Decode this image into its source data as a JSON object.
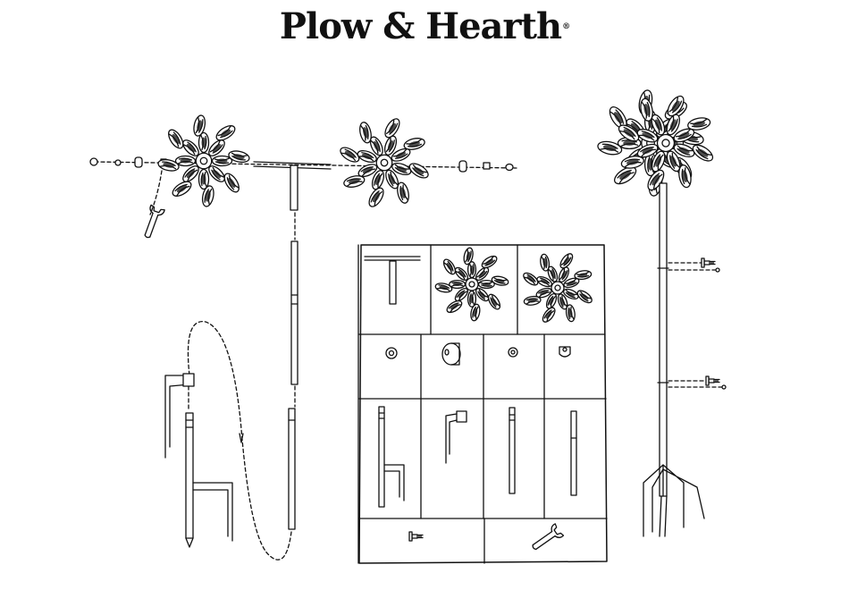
{
  "brand": {
    "name": "Plow & Hearth",
    "registered_mark": "®"
  },
  "colors": {
    "ink": "#111111",
    "paper": "#ffffff",
    "box_fill": "#f1f1f1"
  },
  "diagram": {
    "parts_kit": {
      "panels": [
        {
          "name": "t-connector"
        },
        {
          "name": "small-spinner-wheel"
        },
        {
          "name": "large-spinner-wheel"
        },
        {
          "name": "hex-nut"
        },
        {
          "name": "washer"
        },
        {
          "name": "small-washer"
        },
        {
          "name": "cap-nut"
        },
        {
          "name": "stake-with-prongs"
        },
        {
          "name": "stake-prong-bracket"
        },
        {
          "name": "pole-section-a"
        },
        {
          "name": "pole-section-b"
        },
        {
          "name": "screw"
        },
        {
          "name": "wrench"
        }
      ]
    }
  }
}
